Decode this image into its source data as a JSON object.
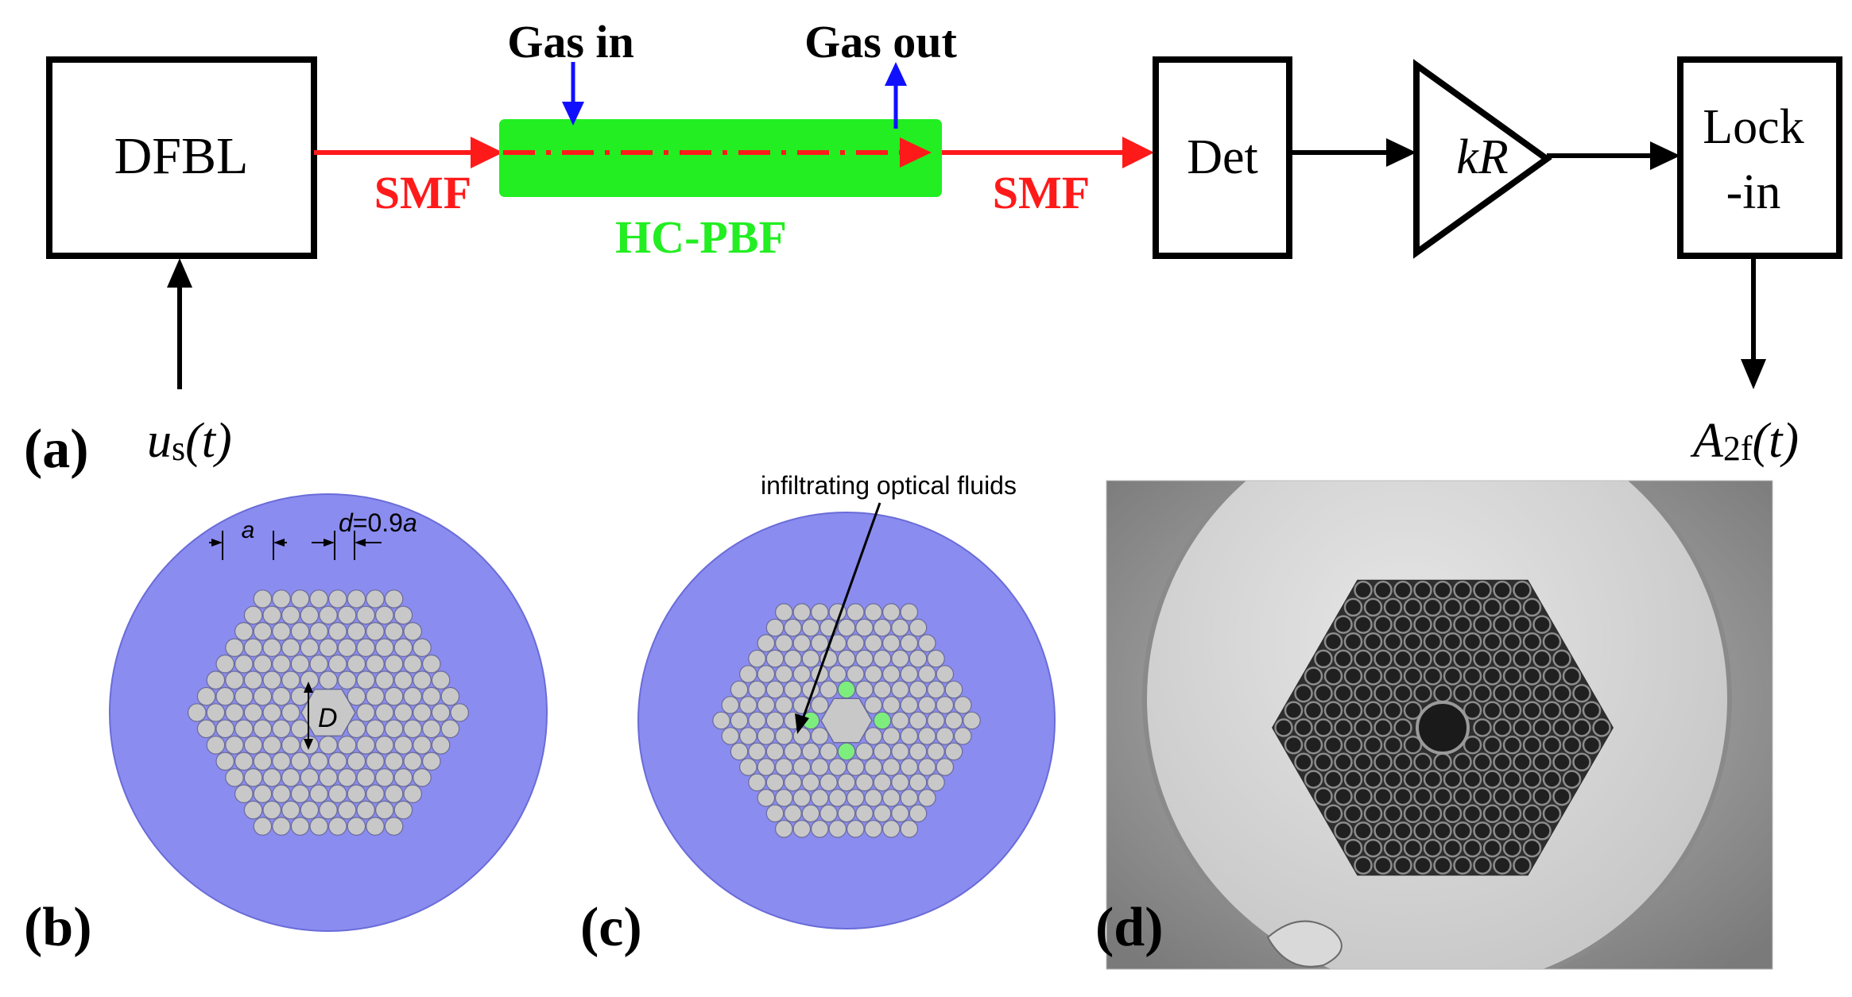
{
  "colors": {
    "beam": "#ff1a1a",
    "fiber_fill": "#22ee22",
    "gas_arrow": "#1010ff",
    "cladding": "#8a8cf0",
    "cladding_edge": "#6a6cd8",
    "hole": "#c8c8c8",
    "hole_edge": "#6a6a9a",
    "fluid": "#7dee7d",
    "line": "#000000"
  },
  "setup": {
    "laser_label": "DFBL",
    "detector_label": "Det",
    "amplifier_label": "kR",
    "lockin_line1": "Lock",
    "lockin_line2": "-in",
    "fiber_left_label": "SMF",
    "fiber_right_label": "SMF",
    "hcpbf_label": "HC-PBF",
    "gas_in_label": "Gas in",
    "gas_out_label": "Gas out",
    "input_signal": {
      "main": "u",
      "sub": "s",
      "arg": "(t)"
    },
    "output_signal": {
      "main": "A",
      "sub": "2f",
      "arg": "(t)"
    }
  },
  "panel_labels": {
    "a": "(a)",
    "b": "(b)",
    "c": "(c)",
    "d": "(d)"
  },
  "panel_b": {
    "pitch_label": "a",
    "diameter_label_italic": "d",
    "diameter_label_value": "=0.9",
    "diameter_label_suffix": "a",
    "core_label": "D"
  },
  "panel_c": {
    "fluid_annotation": "infiltrating optical fluids"
  },
  "panel_d": {
    "image": "SEM micrograph of hollow-core photonic bandgap fiber cross-section"
  }
}
